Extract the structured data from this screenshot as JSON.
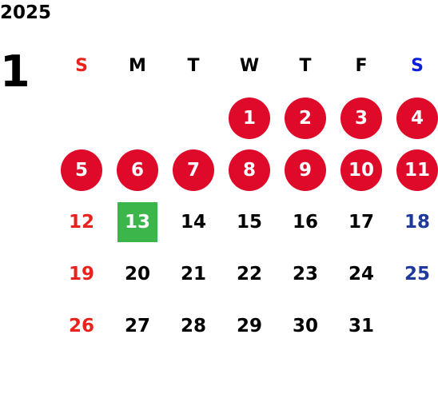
{
  "calendar": {
    "year": "2025",
    "month": "1",
    "weekdays": [
      "S",
      "M",
      "T",
      "W",
      "T",
      "F",
      "S"
    ],
    "leading_blanks": 3,
    "days": [
      {
        "label": "1",
        "type": "holiday"
      },
      {
        "label": "2",
        "type": "holiday"
      },
      {
        "label": "3",
        "type": "holiday"
      },
      {
        "label": "4",
        "type": "holiday"
      },
      {
        "label": "5",
        "type": "holiday"
      },
      {
        "label": "6",
        "type": "holiday"
      },
      {
        "label": "7",
        "type": "holiday"
      },
      {
        "label": "8",
        "type": "holiday"
      },
      {
        "label": "9",
        "type": "holiday"
      },
      {
        "label": "10",
        "type": "holiday"
      },
      {
        "label": "11",
        "type": "holiday"
      },
      {
        "label": "12",
        "type": "sun"
      },
      {
        "label": "13",
        "type": "today"
      },
      {
        "label": "14",
        "type": "weekday"
      },
      {
        "label": "15",
        "type": "weekday"
      },
      {
        "label": "16",
        "type": "weekday"
      },
      {
        "label": "17",
        "type": "weekday"
      },
      {
        "label": "18",
        "type": "sat"
      },
      {
        "label": "19",
        "type": "sun"
      },
      {
        "label": "20",
        "type": "weekday"
      },
      {
        "label": "21",
        "type": "weekday"
      },
      {
        "label": "22",
        "type": "weekday"
      },
      {
        "label": "23",
        "type": "weekday"
      },
      {
        "label": "24",
        "type": "weekday"
      },
      {
        "label": "25",
        "type": "sat"
      },
      {
        "label": "26",
        "type": "sun"
      },
      {
        "label": "27",
        "type": "weekday"
      },
      {
        "label": "28",
        "type": "weekday"
      },
      {
        "label": "29",
        "type": "weekday"
      },
      {
        "label": "30",
        "type": "weekday"
      },
      {
        "label": "31",
        "type": "weekday"
      }
    ],
    "colors": {
      "holiday_fill": "#df0a2a",
      "today_fill": "#3cb54a",
      "sunday_text": "#e8221c",
      "saturday_text": "#1d3a9c",
      "saturday_header": "#0b1fd6"
    }
  }
}
